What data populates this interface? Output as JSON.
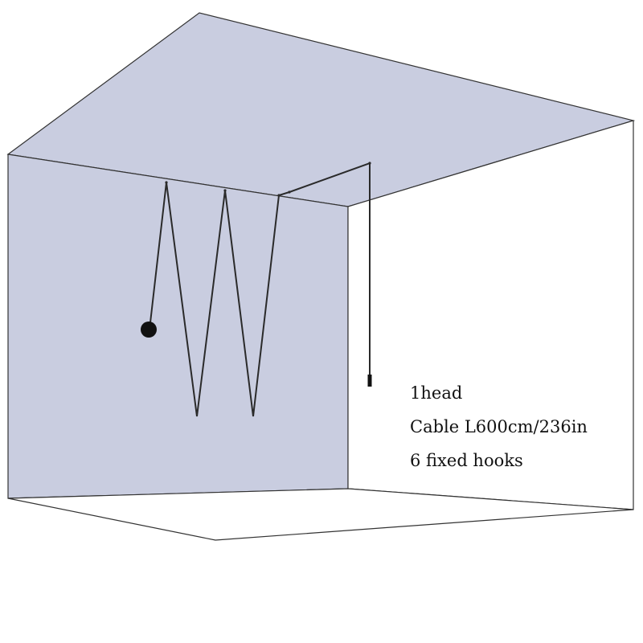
{
  "colors": {
    "wall_fill": "#c9cde0",
    "line": "#333333",
    "cable": "#2a2a2a",
    "lamp_head": "#111111"
  },
  "specs": {
    "head": "1head",
    "cable": "Cable L600cm/236in",
    "hooks": "6 fixed hooks"
  }
}
